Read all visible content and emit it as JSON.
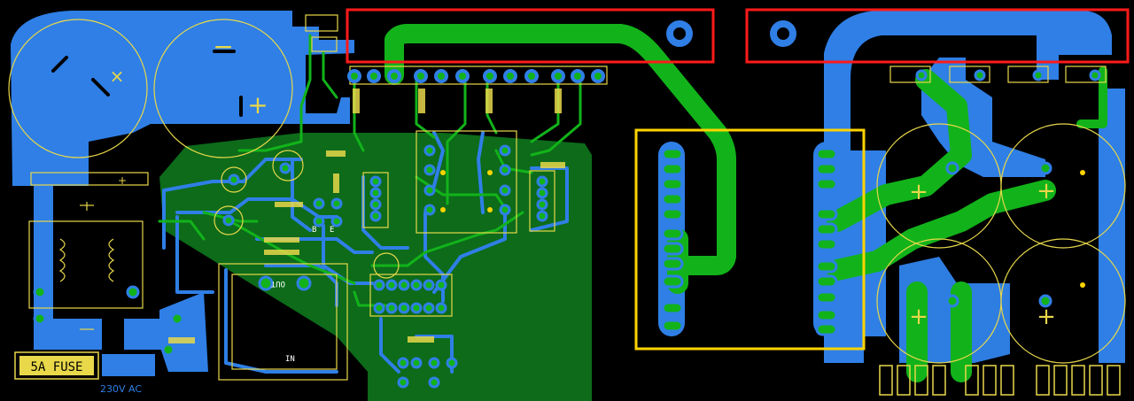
{
  "board": {
    "labels": {
      "fuse": "5A FUSE",
      "mains": "230V AC",
      "component_in": "IN",
      "component_out": "OUT",
      "plus": "+",
      "minus": "−",
      "cross": "×",
      "pin_b": "B",
      "pin_e": "E"
    },
    "colors": {
      "background": "#000000",
      "copper_bottom": "#2f7fe6",
      "copper_top": "#12b31a",
      "ground_pour": "#0d6b1a",
      "silkscreen": "#e8d84a",
      "highlight_box": "#ff1a1a",
      "outline_box": "#ffd400"
    }
  }
}
